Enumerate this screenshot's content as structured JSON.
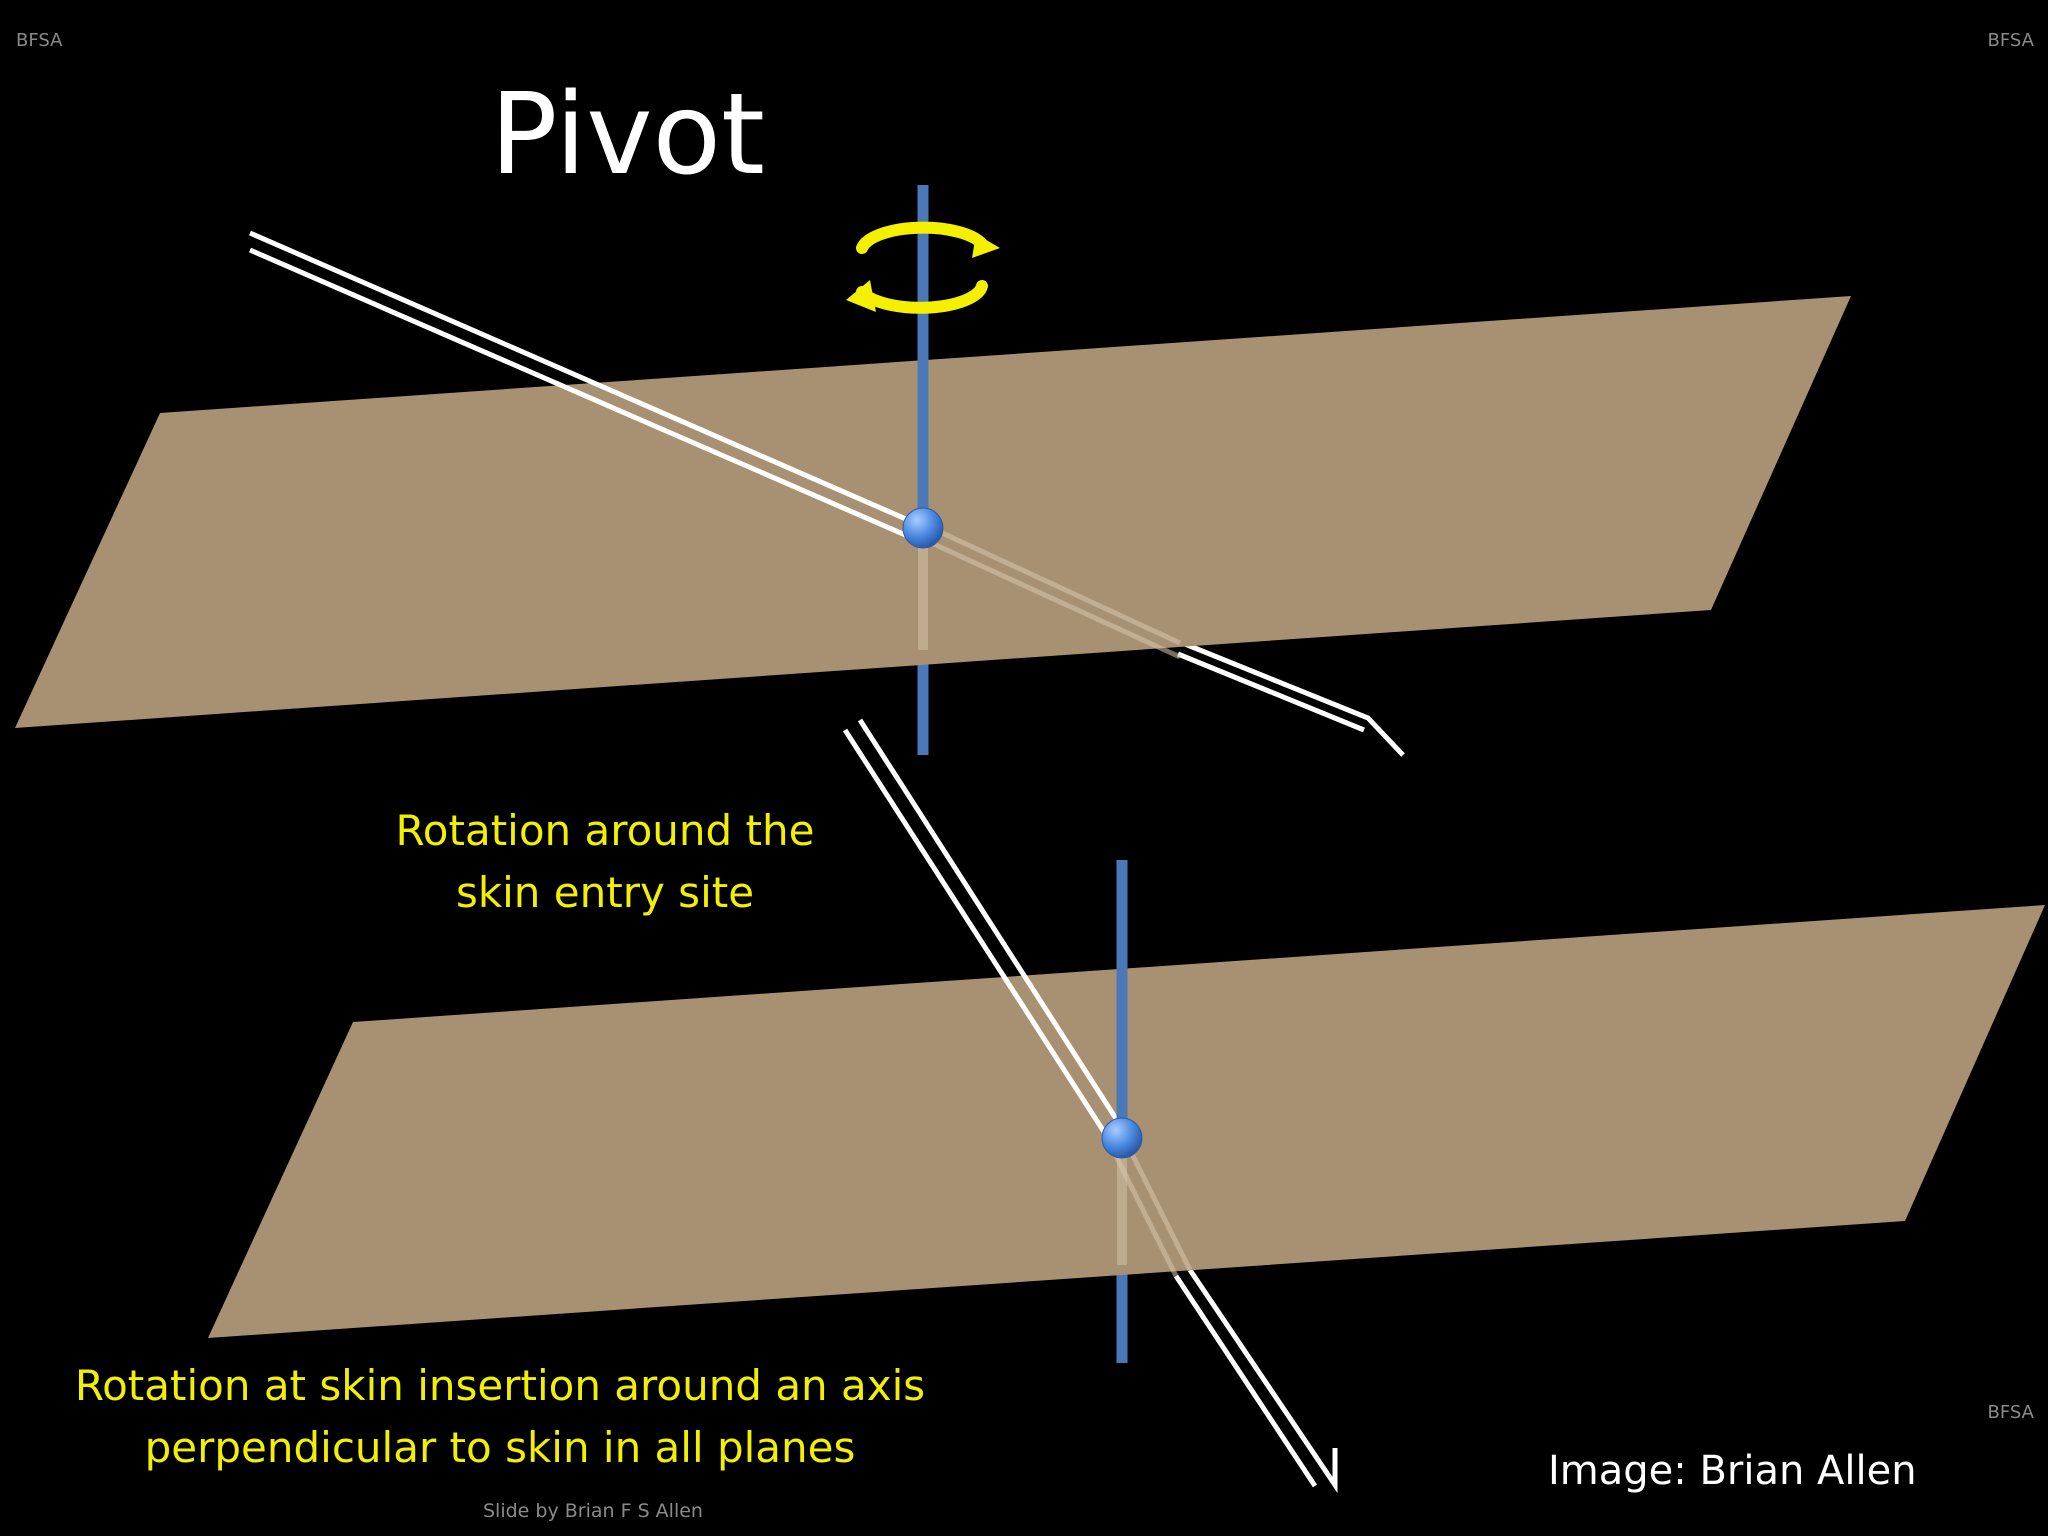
{
  "slide": {
    "title": "Pivot",
    "watermark": "BFSA",
    "caption_top": [
      "Rotation around the",
      "skin entry site"
    ],
    "caption_bottom": [
      "Rotation at skin insertion around an axis",
      "perpendicular to skin in all planes"
    ],
    "image_credit": "Image: Brian Allen",
    "slide_credit": "Slide by Brian F S Allen"
  },
  "colors": {
    "background": "#000000",
    "skin_plane": "#a89072",
    "axis": "#4a78b8",
    "needle": "#ffffff",
    "rotation_arrow": "#f5f000",
    "caption": "#f0f000",
    "watermark": "#8a8a8a"
  }
}
